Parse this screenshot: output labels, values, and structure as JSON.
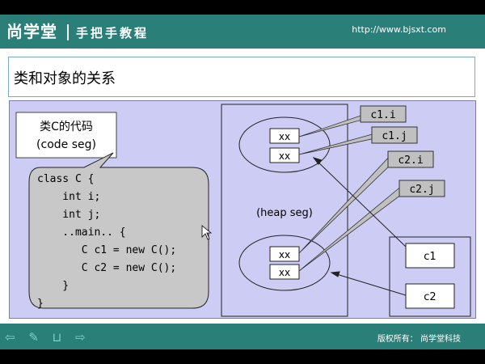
{
  "header": {
    "logo": "尚学堂",
    "tagline": "手把手教程",
    "url": "http://www.bjsxt.com"
  },
  "slide": {
    "title": "类和对象的关系"
  },
  "diagram": {
    "code_label_line1": "类C的代码",
    "code_label_line2": "(code seg)",
    "code_lines": [
      "class C {",
      "    int i;",
      "    int j;",
      "    ..main.. {",
      "       C c1 = new C();",
      "       C c2 = new C();",
      "    }",
      "}"
    ],
    "heap_label": "(heap seg)",
    "obj1_fields": [
      "xx",
      "xx"
    ],
    "obj2_fields": [
      "xx",
      "xx"
    ],
    "callouts": [
      "c1.i",
      "c1.j",
      "c2.i",
      "c2.j"
    ],
    "refs": [
      "c1",
      "c2"
    ]
  },
  "footer": {
    "nav": "⇦ ✎ ⊔ ⇨",
    "copyright": "版权所有：  尚学堂科技"
  }
}
